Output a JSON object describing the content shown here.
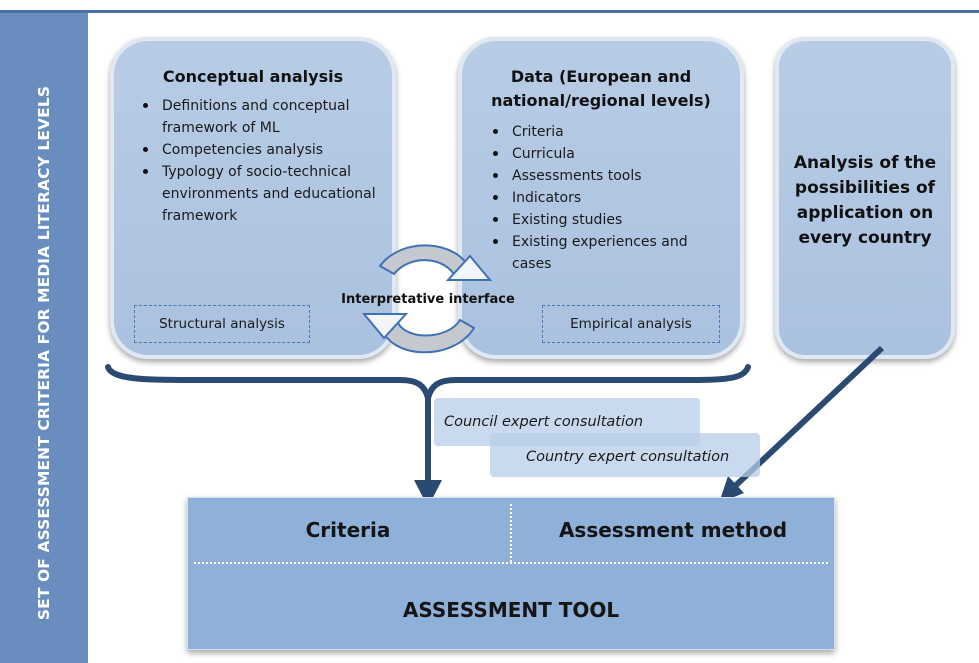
{
  "sidebar": {
    "title": "SET OF ASSESSMENT CRITERIA FOR MEDIA LITERACY LEVELS"
  },
  "conceptual": {
    "title": "Conceptual analysis",
    "items": [
      "Definitions and conceptual framework of ML",
      "Competencies analysis",
      "Typology of socio-technical environments and educational framework"
    ],
    "box_label": "Structural analysis"
  },
  "data": {
    "title": "Data (European and national/regional levels)",
    "items": [
      "Criteria",
      "Curricula",
      "Assessments tools",
      "Indicators",
      "Existing studies",
      "Existing experiences and cases"
    ],
    "box_label": "Empirical analysis"
  },
  "interface_label": "Interpretative interface",
  "application": {
    "title": "Analysis of the possibilities of application on every country"
  },
  "consultations": {
    "council": "Council expert consultation",
    "country": "Country expert consultation"
  },
  "tool": {
    "criteria": "Criteria",
    "method": "Assessment method",
    "title": "ASSESSMENT TOOL"
  },
  "colors": {
    "sidebar": "#6a8dbf",
    "card": "#b0c6e2",
    "arrow": "#2b4a72",
    "tool": "#8fb0d8"
  }
}
